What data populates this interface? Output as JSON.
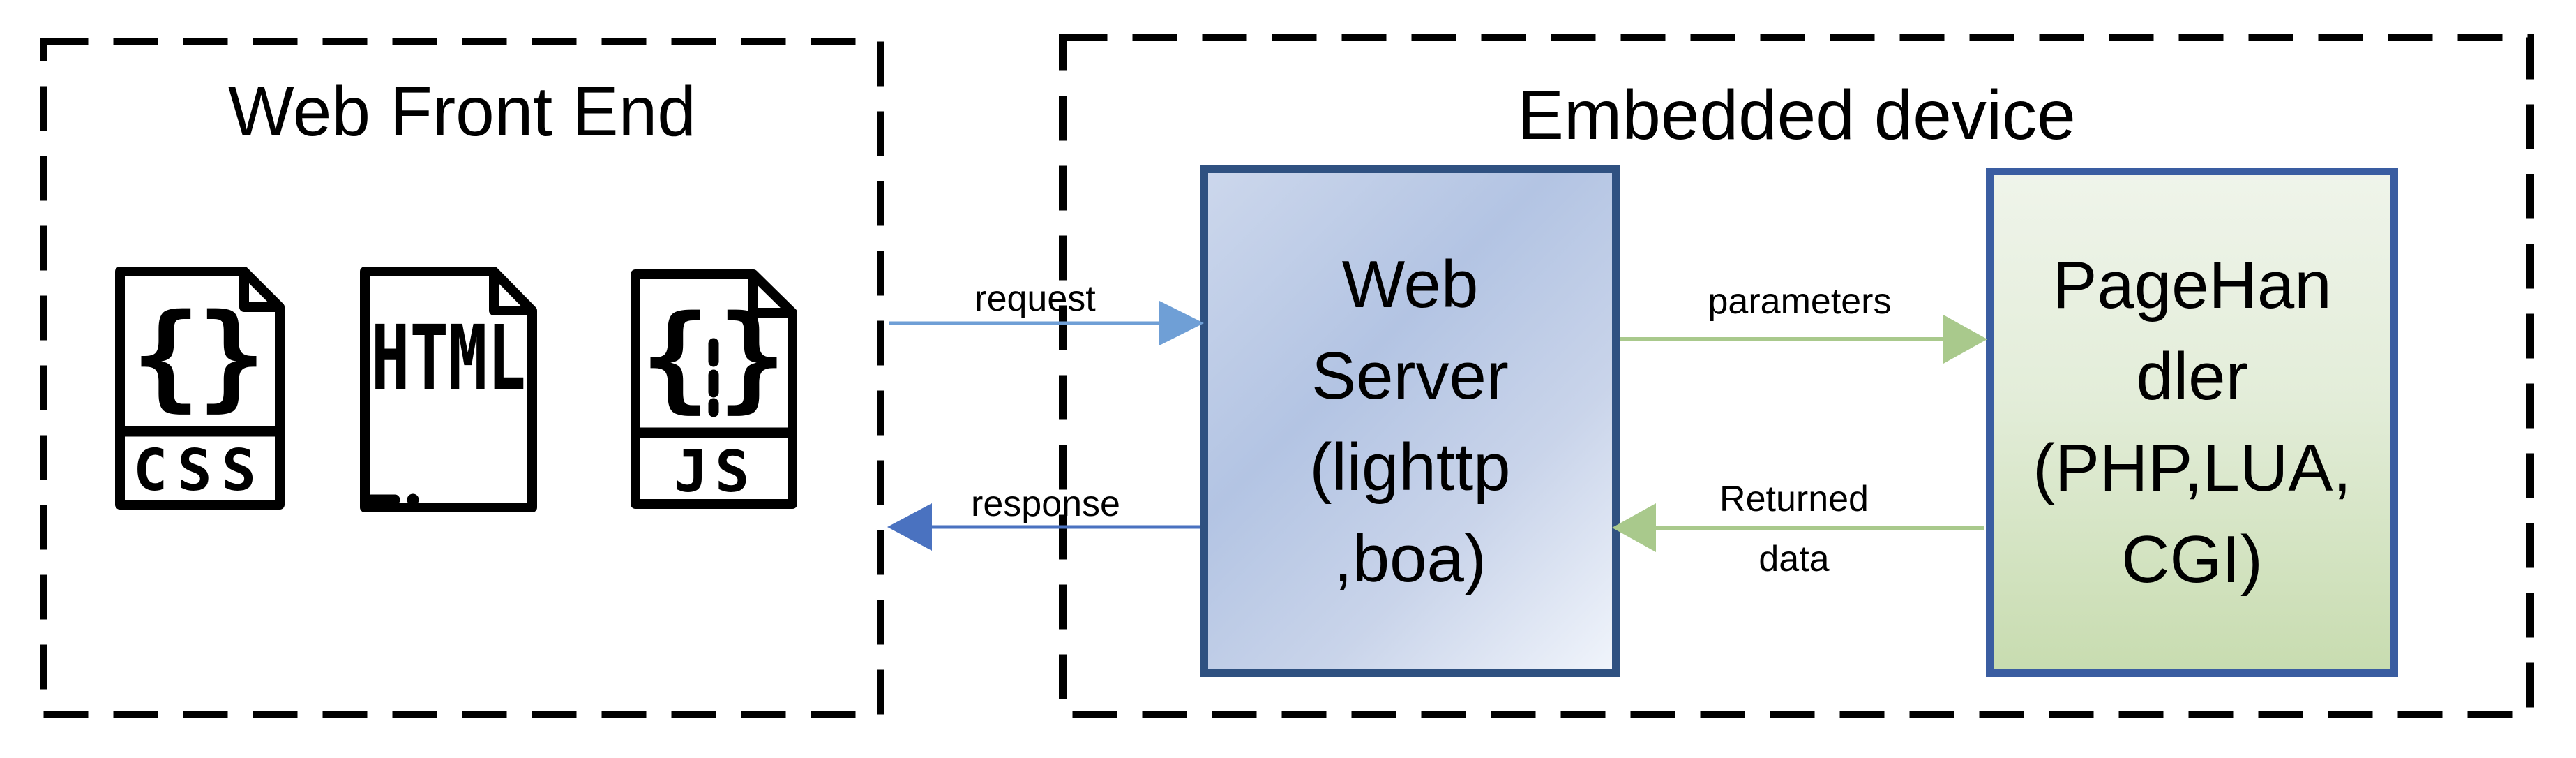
{
  "frontend": {
    "title": "Web Front End",
    "icons": {
      "css": {
        "brace_left": "{",
        "brace_right": "}",
        "label": "CSS"
      },
      "html": {
        "label": "HTML"
      },
      "js": {
        "brace_left": "{",
        "brace_right": "}",
        "label": "JS"
      }
    }
  },
  "embedded": {
    "title": "Embedded device",
    "webserver": {
      "lines": [
        "Web",
        "Server",
        "(lighttp",
        ",boa)"
      ]
    },
    "pagehandler": {
      "lines": [
        "PageHan",
        "dler",
        "(PHP,LUA,",
        "CGI)"
      ]
    }
  },
  "arrows": {
    "request": {
      "label": "request"
    },
    "response": {
      "label": "response"
    },
    "parameters": {
      "label": "parameters"
    },
    "returned": {
      "label_line1": "Returned",
      "label_line2": "data"
    }
  },
  "colors": {
    "request_blue": "#6f9fd6",
    "response_blue": "#4a72c0",
    "green_arrow": "#a9c98c",
    "webserver_border": "#2f5181",
    "webserver_fill_light": "#ccd7ec",
    "webserver_fill_dark": "#b3c4e3",
    "pagehandler_border": "#3a5da1",
    "pagehandler_fill_top": "#eff4ea",
    "pagehandler_fill_bottom": "#c8dcb0",
    "outline_black": "#000000"
  }
}
